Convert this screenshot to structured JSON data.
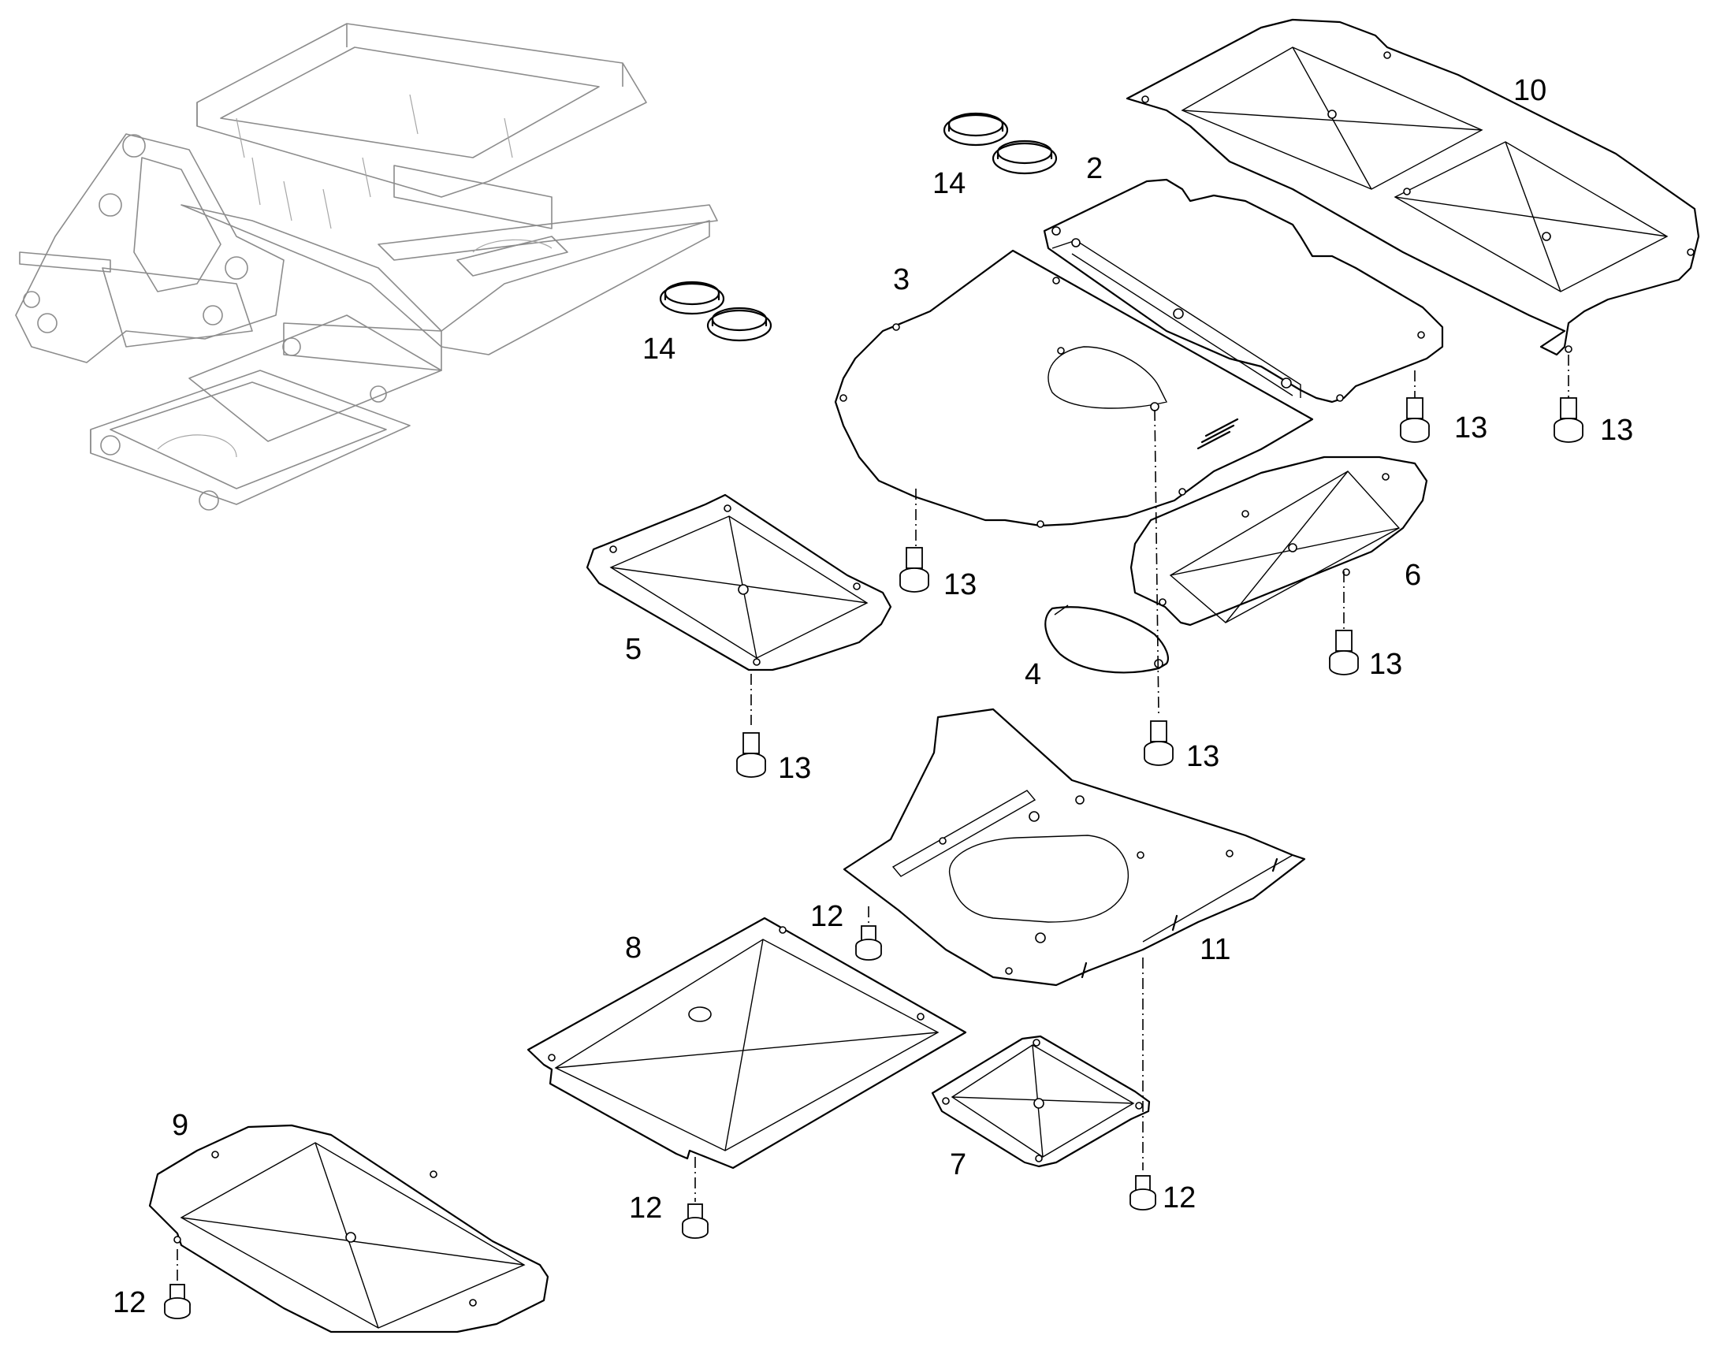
{
  "callouts": {
    "c2": "2",
    "c3": "3",
    "c4": "4",
    "c5": "5",
    "c6": "6",
    "c7": "7",
    "c8": "8",
    "c9": "9",
    "c10": "10",
    "c11": "11",
    "c12_a": "12",
    "c12_b": "12",
    "c12_c": "12",
    "c12_d": "12",
    "c13_a": "13",
    "c13_b": "13",
    "c13_c": "13",
    "c13_d": "13",
    "c13_e": "13",
    "c13_f": "13",
    "c14_a": "14",
    "c14_b": "14"
  },
  "colors": {
    "line": "#000000",
    "frame": "#8c8c8c",
    "background": "#ffffff"
  }
}
